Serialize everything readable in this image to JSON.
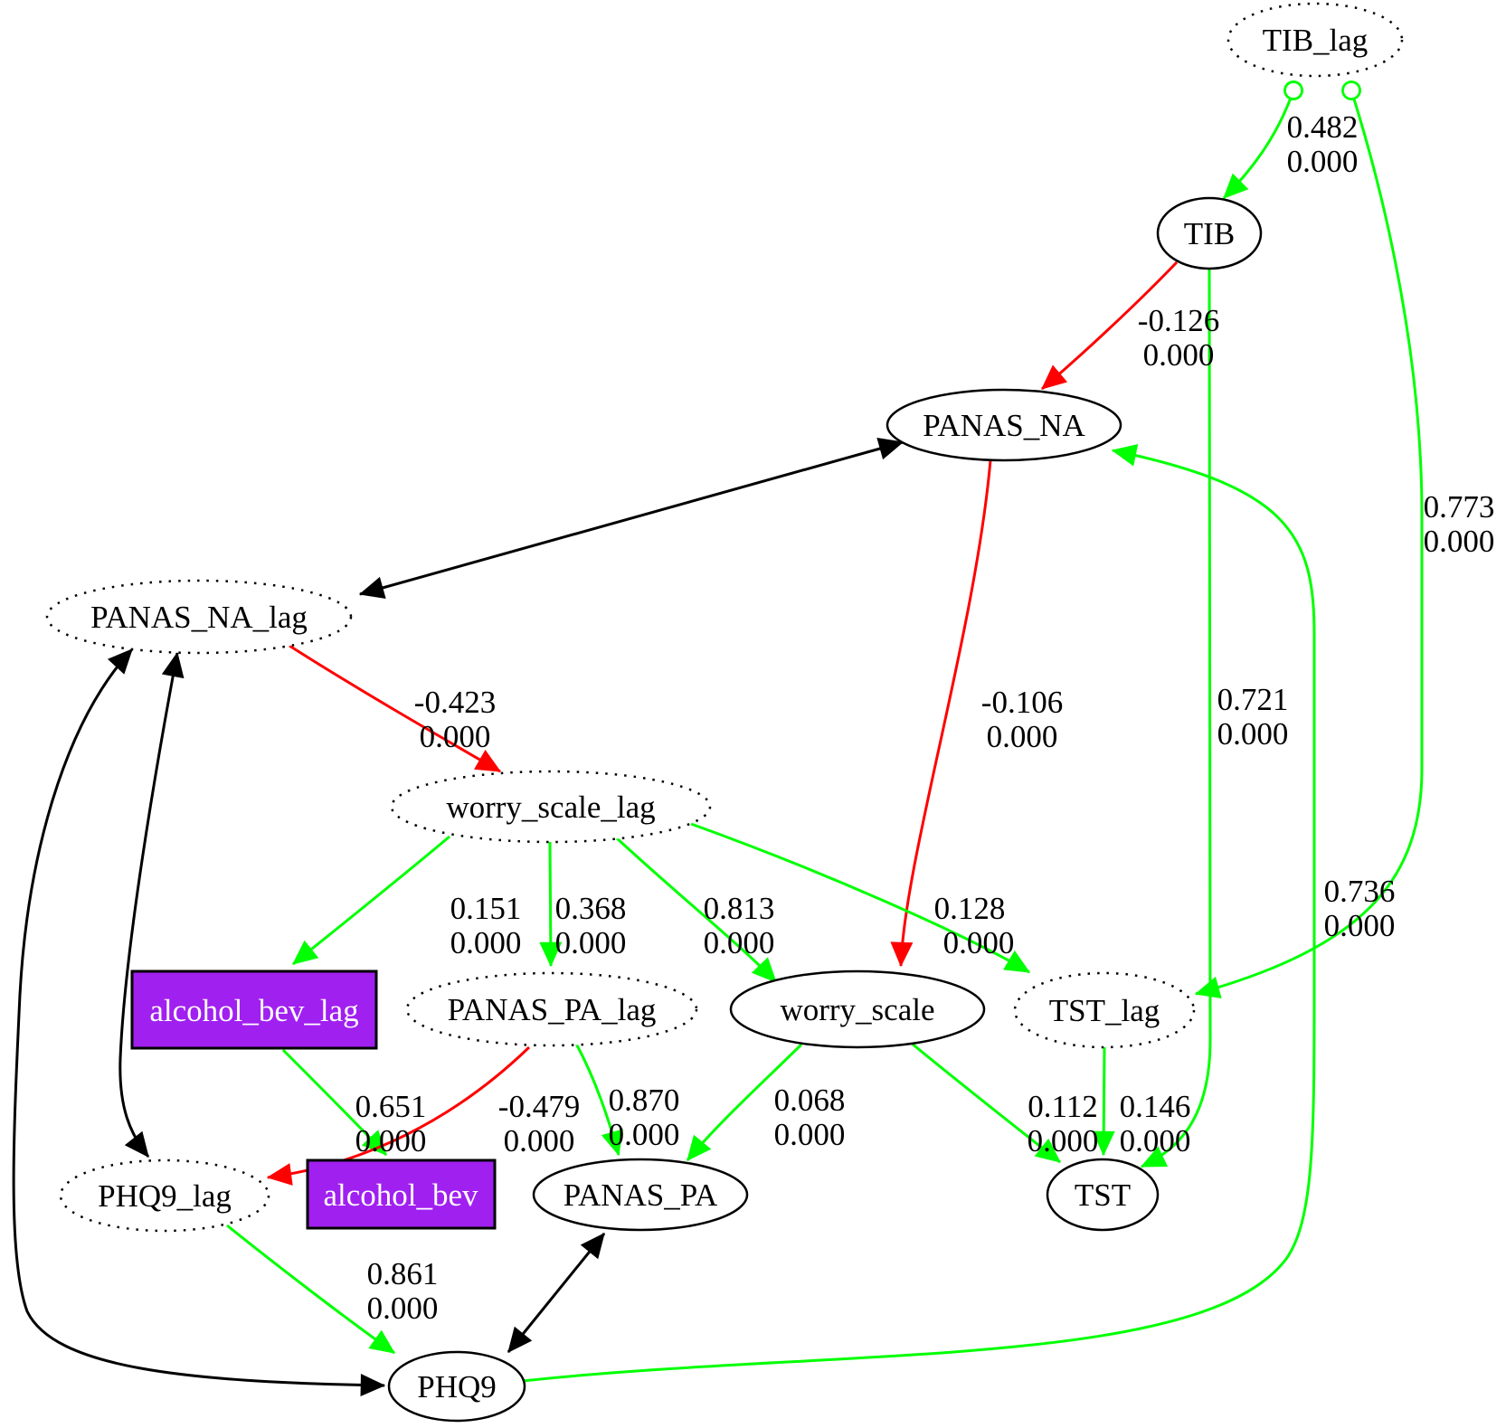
{
  "diagram": {
    "type": "directed-graph-model",
    "nodes": {
      "tib_lag": {
        "label": "TIB_lag",
        "shape": "ellipse",
        "fill": "#ffffff",
        "border": "dotted"
      },
      "tib": {
        "label": "TIB",
        "shape": "ellipse",
        "fill": "#ffffff",
        "border": "solid"
      },
      "panas_na": {
        "label": "PANAS_NA",
        "shape": "ellipse",
        "fill": "#ffb6c1",
        "border": "solid"
      },
      "panas_na_lag": {
        "label": "PANAS_NA_lag",
        "shape": "ellipse",
        "fill": "#ffb6c1",
        "border": "dotted"
      },
      "worry_scale_lag": {
        "label": "worry_scale_lag",
        "shape": "ellipse",
        "fill": "#ffffff",
        "border": "dotted"
      },
      "alcohol_bev_lag": {
        "label": "alcohol_bev_lag",
        "shape": "rect",
        "fill": "#a020f0",
        "border": "solid"
      },
      "panas_pa_lag": {
        "label": "PANAS_PA_lag",
        "shape": "ellipse",
        "fill": "#90ee90",
        "border": "dotted"
      },
      "worry_scale": {
        "label": "worry_scale",
        "shape": "ellipse",
        "fill": "#ffffff",
        "border": "solid"
      },
      "tst_lag": {
        "label": "TST_lag",
        "shape": "ellipse",
        "fill": "#ffffff",
        "border": "dotted"
      },
      "phq9_lag": {
        "label": "PHQ9_lag",
        "shape": "ellipse",
        "fill": "#ffffff",
        "border": "dotted"
      },
      "alcohol_bev": {
        "label": "alcohol_bev",
        "shape": "rect",
        "fill": "#a020f0",
        "border": "solid"
      },
      "panas_pa": {
        "label": "PANAS_PA",
        "shape": "ellipse",
        "fill": "#90ee90",
        "border": "solid"
      },
      "tst": {
        "label": "TST",
        "shape": "ellipse",
        "fill": "#ffffff",
        "border": "solid"
      },
      "phq9": {
        "label": "PHQ9",
        "shape": "ellipse",
        "fill": "#ffffff",
        "border": "solid"
      }
    },
    "edges": {
      "tib_lag_to_tib": {
        "from": "TIB_lag",
        "to": "TIB",
        "coef": "0.482",
        "pval": "0.000",
        "color": "#00ff00",
        "tail": "odot"
      },
      "tib_lag_to_tst_lag": {
        "from": "TIB_lag",
        "to": "TST_lag",
        "coef": "0.773",
        "pval": "0.000",
        "color": "#00ff00",
        "tail": "odot"
      },
      "tib_to_panas_na": {
        "from": "TIB",
        "to": "PANAS_NA",
        "coef": "-0.126",
        "pval": "0.000",
        "color": "#ff0000"
      },
      "tib_to_tst": {
        "from": "TIB",
        "to": "TST",
        "coef": "0.721",
        "pval": "0.000",
        "color": "#00ff00"
      },
      "panas_na_to_worry_scale": {
        "from": "PANAS_NA",
        "to": "worry_scale",
        "coef": "-0.106",
        "pval": "0.000",
        "color": "#ff0000"
      },
      "panas_na_lag_to_worry_scale_lag": {
        "from": "PANAS_NA_lag",
        "to": "worry_scale_lag",
        "coef": "-0.423",
        "pval": "0.000",
        "color": "#ff0000"
      },
      "worry_scale_lag_to_alcohol_bev_lag": {
        "from": "worry_scale_lag",
        "to": "alcohol_bev_lag",
        "coef": "0.151",
        "pval": "0.000",
        "color": "#00ff00"
      },
      "worry_scale_lag_to_panas_pa_lag": {
        "from": "worry_scale_lag",
        "to": "PANAS_PA_lag",
        "coef": "0.368",
        "pval": "0.000",
        "color": "#00ff00"
      },
      "worry_scale_lag_to_worry_scale": {
        "from": "worry_scale_lag",
        "to": "worry_scale",
        "coef": "0.813",
        "pval": "0.000",
        "color": "#00ff00"
      },
      "worry_scale_lag_to_tst_lag": {
        "from": "worry_scale_lag",
        "to": "TST_lag",
        "coef": "0.128",
        "pval": "0.000",
        "color": "#00ff00"
      },
      "alcohol_bev_lag_to_alcohol_bev": {
        "from": "alcohol_bev_lag",
        "to": "alcohol_bev",
        "coef": "0.651",
        "pval": "0.000",
        "color": "#00ff00"
      },
      "panas_pa_lag_to_phq9_lag": {
        "from": "PANAS_PA_lag",
        "to": "PHQ9_lag",
        "coef": "-0.479",
        "pval": "0.000",
        "color": "#ff0000"
      },
      "panas_pa_lag_to_panas_pa": {
        "from": "PANAS_PA_lag",
        "to": "PANAS_PA",
        "coef": "0.870",
        "pval": "0.000",
        "color": "#00ff00"
      },
      "worry_scale_to_panas_pa": {
        "from": "worry_scale",
        "to": "PANAS_PA",
        "coef": "0.068",
        "pval": "0.000",
        "color": "#00ff00"
      },
      "worry_scale_to_tst": {
        "from": "worry_scale",
        "to": "TST",
        "coef": "0.112",
        "pval": "0.000",
        "color": "#00ff00"
      },
      "tst_lag_to_tst": {
        "from": "TST_lag",
        "to": "TST",
        "coef": "0.146",
        "pval": "0.000",
        "color": "#00ff00"
      },
      "phq9_lag_to_phq9": {
        "from": "PHQ9_lag",
        "to": "PHQ9",
        "coef": "0.861",
        "pval": "0.000",
        "color": "#00ff00"
      },
      "phq9_to_panas_na": {
        "from": "PHQ9",
        "to": "PANAS_NA",
        "coef": "0.736",
        "pval": "0.000",
        "color": "#00ff00"
      },
      "panas_na_cov_panas_na_lag": {
        "from": "PANAS_NA",
        "to": "PANAS_NA_lag",
        "coef": "",
        "pval": "",
        "color": "#000000",
        "bidirectional": true
      },
      "panas_na_lag_cov_phq9_lag": {
        "from": "PANAS_NA_lag",
        "to": "PHQ9_lag",
        "coef": "",
        "pval": "",
        "color": "#000000",
        "bidirectional": true
      },
      "panas_na_lag_cov_phq9": {
        "from": "PANAS_NA_lag",
        "to": "PHQ9",
        "coef": "",
        "pval": "",
        "color": "#000000",
        "bidirectional": true
      },
      "phq9_cov_panas_pa": {
        "from": "PHQ9",
        "to": "PANAS_PA",
        "coef": "",
        "pval": "",
        "color": "#000000",
        "bidirectional": true
      }
    },
    "colors": {
      "positive_edge": "#00ff00",
      "negative_edge": "#ff0000",
      "covariance_edge": "#000000",
      "pink_node": "#ffb6c1",
      "green_node": "#90ee90",
      "purple_node": "#a020f0"
    }
  }
}
